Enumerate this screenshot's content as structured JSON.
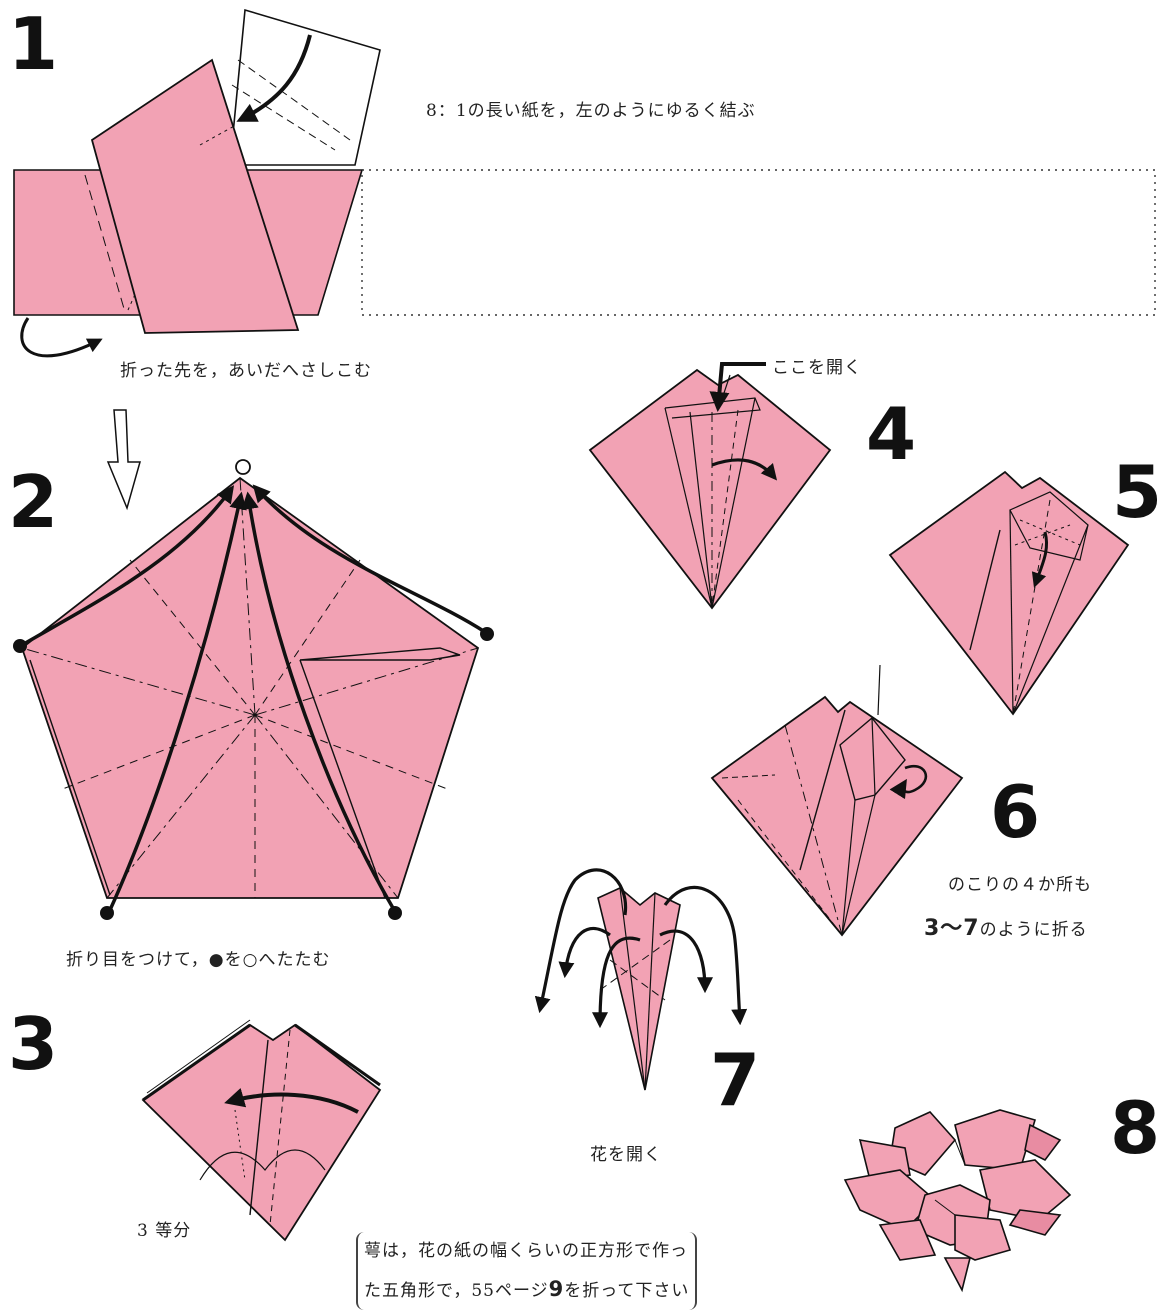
{
  "steps": [
    "1",
    "2",
    "3",
    "4",
    "5",
    "6",
    "7",
    "8"
  ],
  "captions": {
    "step1_instruction": "8：1の長い紙を，左のようにゆるく結ぶ",
    "step1_tuck": "折った先を，あいだへさしこむ",
    "step2_fold": "折り目をつけて，●を○へたたむ",
    "step3_divide": "3 等分",
    "step4_open_here": "ここを開く",
    "step6_repeat_line1": "のこりの４か所も",
    "step6_repeat_range": "3～7",
    "step6_repeat_line2": "のように折る",
    "step7_open_flower": "花を開く",
    "note_line1": "萼は，花の紙の幅くらいの正方形で作っ",
    "note_line2": "た五角形で，55ページ",
    "note_step_ref": "9",
    "note_line3": "を折って下さい"
  },
  "colors": {
    "paper": "#f2a2b4",
    "paper_dark": "#e88ca2",
    "line": "#1a1a1a",
    "background": "#ffffff"
  },
  "icons": [
    "fold-arrow",
    "outline-down-arrow",
    "black-dot",
    "open-circle"
  ]
}
